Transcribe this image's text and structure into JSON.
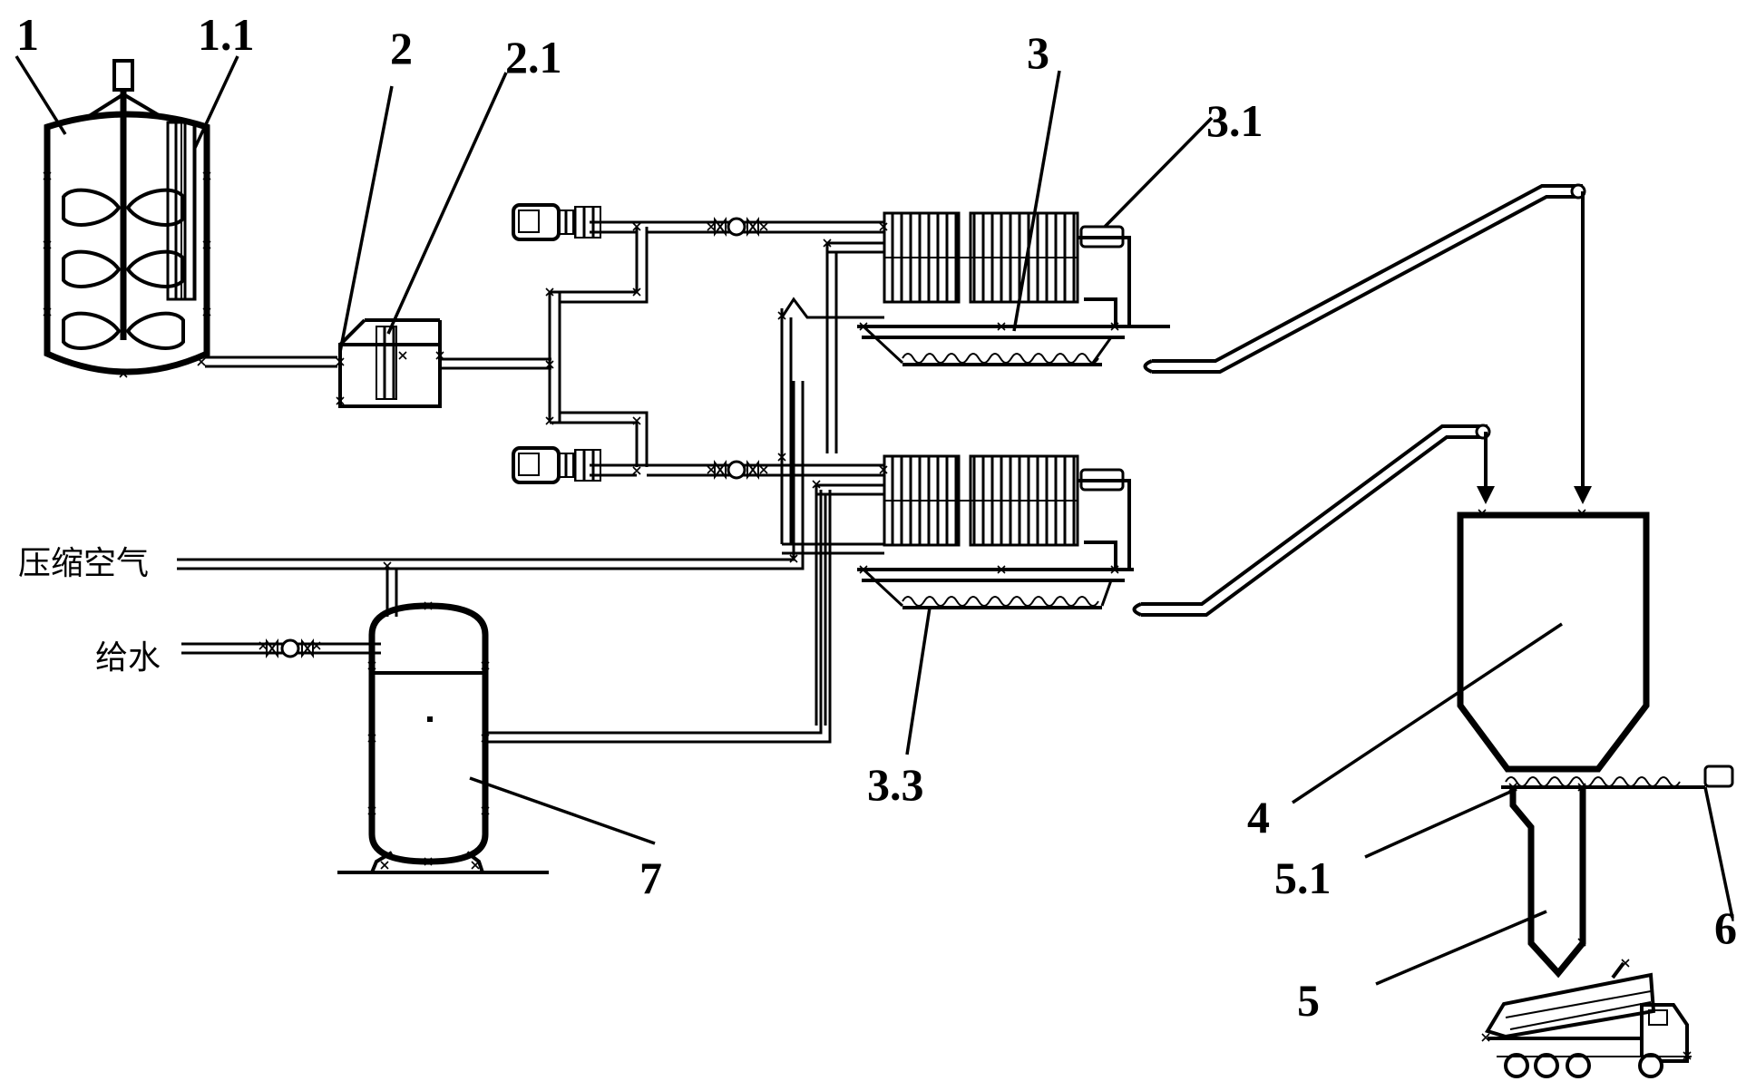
{
  "labels": {
    "n1": "1",
    "n1_1": "1.1",
    "n2": "2",
    "n2_1": "2.1",
    "n3": "3",
    "n3_1": "3.1",
    "n3_3": "3.3",
    "n4": "4",
    "n5": "5",
    "n5_1": "5.1",
    "n6": "6",
    "n7": "7",
    "compressed_air": "压缩空气",
    "water_supply": "给水"
  },
  "colors": {
    "line": "#000000",
    "background": "#ffffff"
  }
}
